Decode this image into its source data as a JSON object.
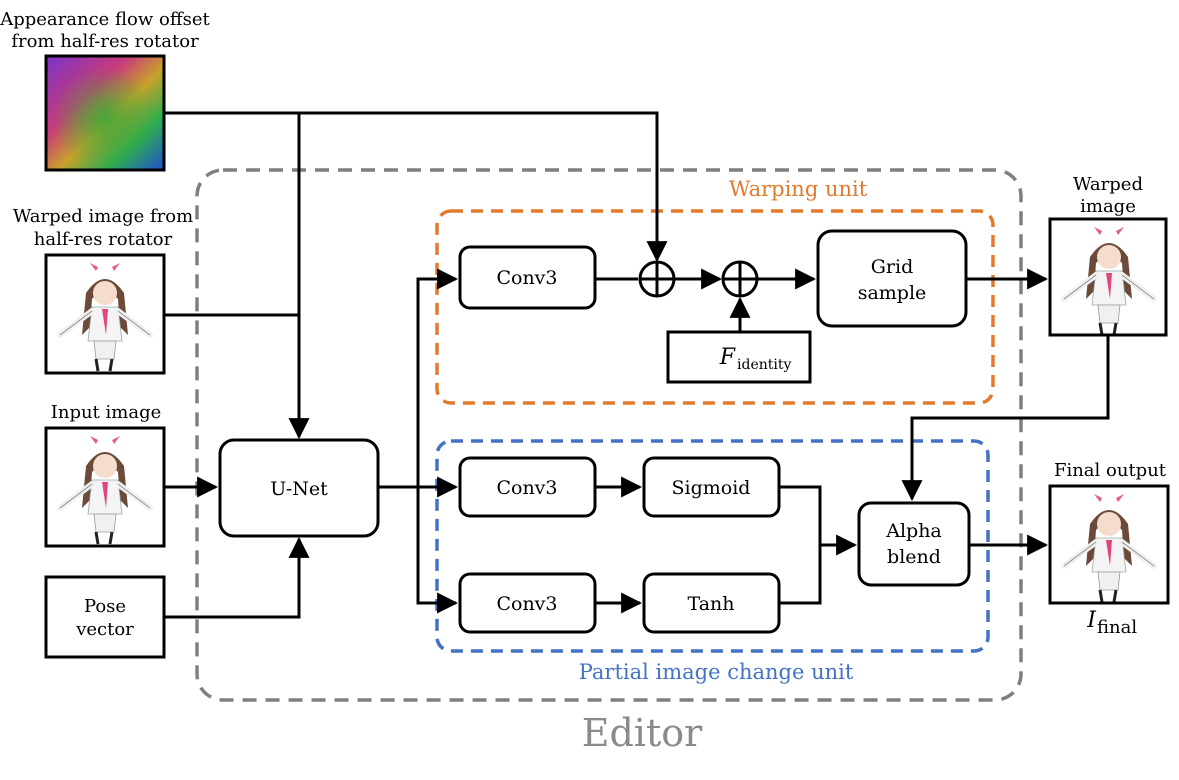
{
  "inputs": {
    "flow_offset_label": [
      "Appearance flow offset",
      "from half-res rotator"
    ],
    "warped_half_label": [
      "Warped image from",
      "half-res rotator"
    ],
    "input_image_label": "Input image",
    "pose_vector_label": [
      "Pose",
      "vector"
    ]
  },
  "editor": {
    "title": "Editor",
    "unet_label": "U-Net",
    "warping_unit": {
      "title": "Warping unit",
      "title_color": "#e07b2e",
      "border_color": "#e07b2e",
      "conv_label": "Conv3",
      "grid_sample_label": [
        "Grid",
        "sample"
      ],
      "identity_symbol": "F",
      "identity_subscript": "identity"
    },
    "partial_change_unit": {
      "title": "Partial image change unit",
      "title_color": "#4472c4",
      "border_color": "#4472c4",
      "conv_top_label": "Conv3",
      "sigmoid_label": "Sigmoid",
      "conv_bottom_label": "Conv3",
      "tanh_label": "Tanh"
    },
    "alpha_blend_label": [
      "Alpha",
      "blend"
    ]
  },
  "outputs": {
    "warped_image_label": [
      "Warped",
      "image"
    ],
    "final_output_label": "Final output",
    "final_symbol": "I",
    "final_subscript": "final"
  },
  "colors": {
    "editor_border": "#7f7f7f",
    "editor_title": "#8a8a8a"
  },
  "icons": {
    "flow_image": "appearance-flow-image-icon",
    "character_image": "anime-character-image-icon",
    "sum_node": "circled-plus-icon"
  }
}
